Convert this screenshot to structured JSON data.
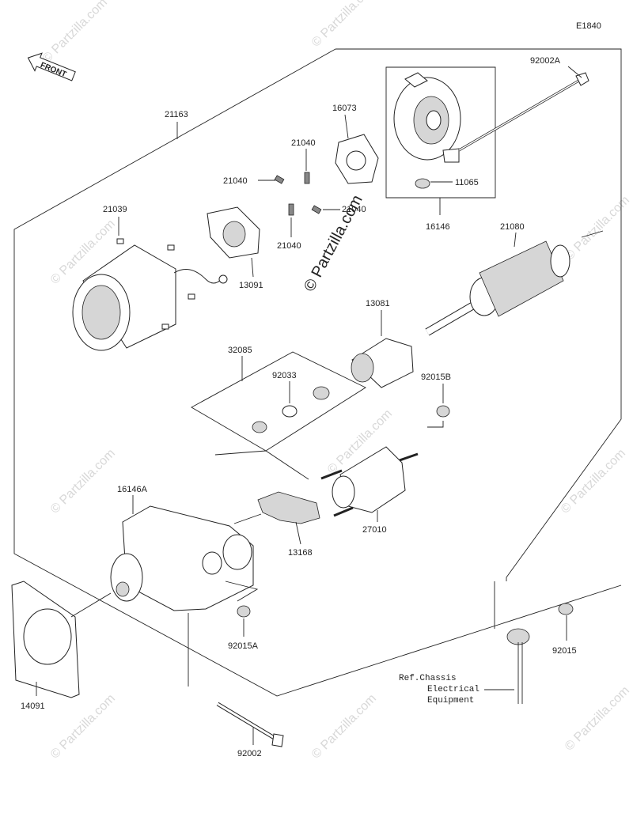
{
  "diagram_code": "E1840",
  "front_badge": "FRONT",
  "watermark_center": "© Partzilla.com",
  "watermark_tile": "© Partzilla.com",
  "parts": {
    "p21163": "21163",
    "p92002A": "92002A",
    "p16073": "16073",
    "p21040_a": "21040",
    "p21040_b": "21040",
    "p21040_c": "21040",
    "p21040_d": "21040",
    "p11065": "11065",
    "p16146": "16146",
    "p21039": "21039",
    "p13091": "13091",
    "p21080": "21080",
    "p13081": "13081",
    "p32085": "32085",
    "p92033": "92033",
    "p92015B": "92015B",
    "p16146A": "16146A",
    "p13168": "13168",
    "p27010": "27010",
    "p92015A": "92015A",
    "p92015": "92015",
    "p14091": "14091",
    "p92002": "92002"
  },
  "reference": {
    "line1": "Ref.Chassis",
    "line2": "Electrical",
    "line3": "Equipment"
  }
}
